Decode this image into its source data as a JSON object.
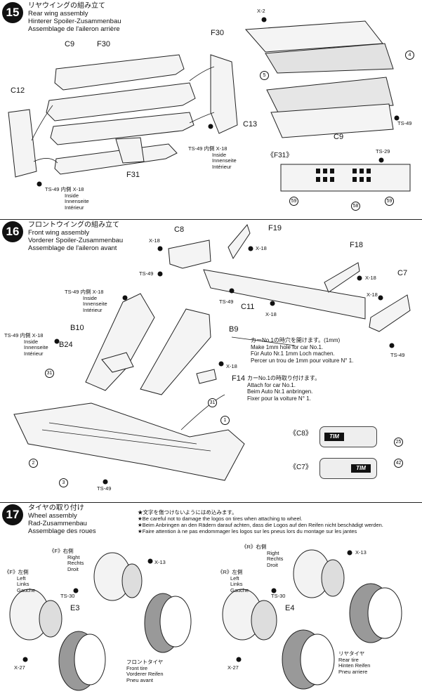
{
  "step15": {
    "number": "15",
    "title_jp": "リヤウイングの組み立て",
    "title_en": "Rear wing assembly",
    "title_de": "Hinterer Spoiler-Zusammenbau",
    "title_fr": "Assemblage de l'aileron arrière",
    "labels": {
      "c9_left": "C9",
      "f30_left": "F30",
      "c12": "C12",
      "c13": "C13",
      "f31": "F31",
      "x2": "X-2",
      "f30_right": "F30",
      "c9_right": "C9",
      "ts49_right": "TS-49",
      "ts29": "TS-29",
      "f31_detail": "《F31》",
      "n4": "4",
      "n5": "5",
      "n59a": "59",
      "n58": "58",
      "n59b": "59"
    },
    "fastener_left": {
      "code": "TS-49 内側 X-18",
      "lines": [
        "Inside",
        "Innenseite",
        "Intérieur"
      ]
    },
    "fastener_mid": {
      "code": "TS-49 内側 X-18",
      "lines": [
        "Inside",
        "Innenseite",
        "Intérieur"
      ]
    }
  },
  "step16": {
    "number": "16",
    "title_jp": "フロントウイングの組み立て",
    "title_en": "Front wing assembly",
    "title_de": "Vorderer Spoiler-Zusammenbau",
    "title_fr": "Assemblage de l'aileron avant",
    "labels": {
      "c8": "C8",
      "f19": "F19",
      "f18": "F18",
      "c7": "C7",
      "c11": "C11",
      "b10": "B10",
      "b9": "B9",
      "b24": "B24",
      "f14": "F14",
      "x18_a": "X-18",
      "ts49_a": "TS-49",
      "x18_b": "X-18",
      "ts49_b": "TS-49",
      "x18_c": "X-18",
      "x18_d": "X-18",
      "x18_e": "X-18",
      "ts49_c": "TS-49",
      "x18_f": "X-18",
      "ts49_d": "TS-49",
      "n31a": "31",
      "n31b": "31",
      "n1": "1",
      "n2": "2",
      "n3": "3",
      "n25": "25",
      "n42": "42",
      "c8_detail": "《C8》",
      "c7_detail": "《C7》",
      "tim": "TIM"
    },
    "fastener_top": {
      "code": "TS-49 内側 X-18",
      "lines": [
        "Inside",
        "Innenseite",
        "Intérieur"
      ]
    },
    "fastener_left": {
      "code": "TS-49 内側 X-18",
      "lines": [
        "Inside",
        "Innenseite",
        "Intérieur"
      ]
    },
    "note_hole": [
      "カーNo.1の時穴を開けます。(1mm)",
      "Make 1mm hole for car No.1.",
      "Für Auto Nr.1 1mm Loch machen.",
      "Percer un trou de 1mm pour voiture N° 1."
    ],
    "note_attach": [
      "カーNo.1の時取り付けます。",
      "Attach for car No.1.",
      "Beim Auto Nr.1 anbringen.",
      "Fixer pour la voiture N° 1."
    ]
  },
  "step17": {
    "number": "17",
    "title_jp": "タイヤの取り付け",
    "title_en": "Wheel assembly",
    "title_de": "Rad-Zusammenbau",
    "title_fr": "Assemblage des roues",
    "notes": [
      "★文字を傷つけないようにはめ込みます。",
      "★Be careful not to damage the logos on tires when attaching to wheel.",
      "★Beim Anbringen an den Rädern darauf achten, dass die Logos auf den Reifen nicht beschädigt werden.",
      "★Faire attention à ne pas endommager les logos sur les pneus lors du montage sur les jantes"
    ],
    "front_right": [
      "《F》右側",
      "Right",
      "Rechts",
      "Droit"
    ],
    "front_left": [
      "《F》左側",
      "Left",
      "Links",
      "Gauche"
    ],
    "rear_right": [
      "《R》右側",
      "Right",
      "Rechts",
      "Droit"
    ],
    "rear_left": [
      "《R》左側",
      "Left",
      "Links",
      "Gauche"
    ],
    "labels": {
      "x13_a": "X-13",
      "ts30_a": "TS-30",
      "e3": "E3",
      "x27_a": "X-27",
      "x13_b": "X-13",
      "ts30_b": "TS-30",
      "e4": "E4",
      "x27_b": "X-27"
    },
    "front_tire": [
      "フロントタイヤ",
      "Front tire",
      "Vorderer Reifen",
      "Pneu avant"
    ],
    "rear_tire": [
      "リヤタイヤ",
      "Rear tire",
      "Hinten Reifen",
      "Pneu arriere"
    ]
  }
}
